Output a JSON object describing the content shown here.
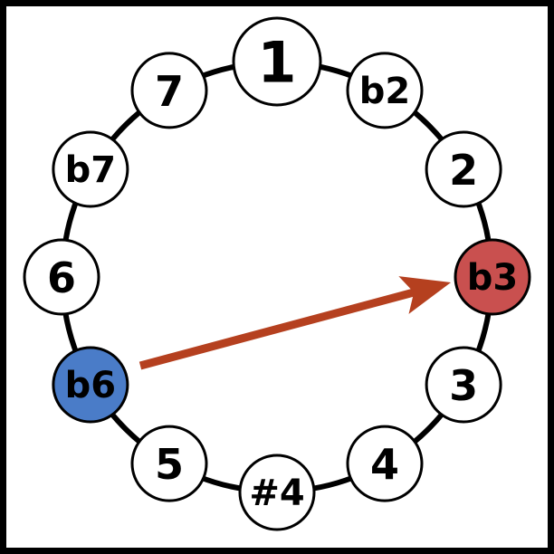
{
  "diagram": {
    "nodes": [
      {
        "label": "1",
        "state": "root"
      },
      {
        "label": "b2",
        "state": "normal"
      },
      {
        "label": "2",
        "state": "normal"
      },
      {
        "label": "b3",
        "state": "target"
      },
      {
        "label": "3",
        "state": "normal"
      },
      {
        "label": "4",
        "state": "normal"
      },
      {
        "label": "#4",
        "state": "normal"
      },
      {
        "label": "5",
        "state": "normal"
      },
      {
        "label": "b6",
        "state": "source"
      },
      {
        "label": "6",
        "state": "normal"
      },
      {
        "label": "b7",
        "state": "normal"
      },
      {
        "label": "7",
        "state": "normal"
      }
    ],
    "arrow": {
      "from": "b6",
      "to": "b3"
    },
    "colors": {
      "source": "#4a7cc8",
      "target": "#c9504f",
      "arrow": "#b5401f",
      "normal": "#ffffff"
    }
  }
}
